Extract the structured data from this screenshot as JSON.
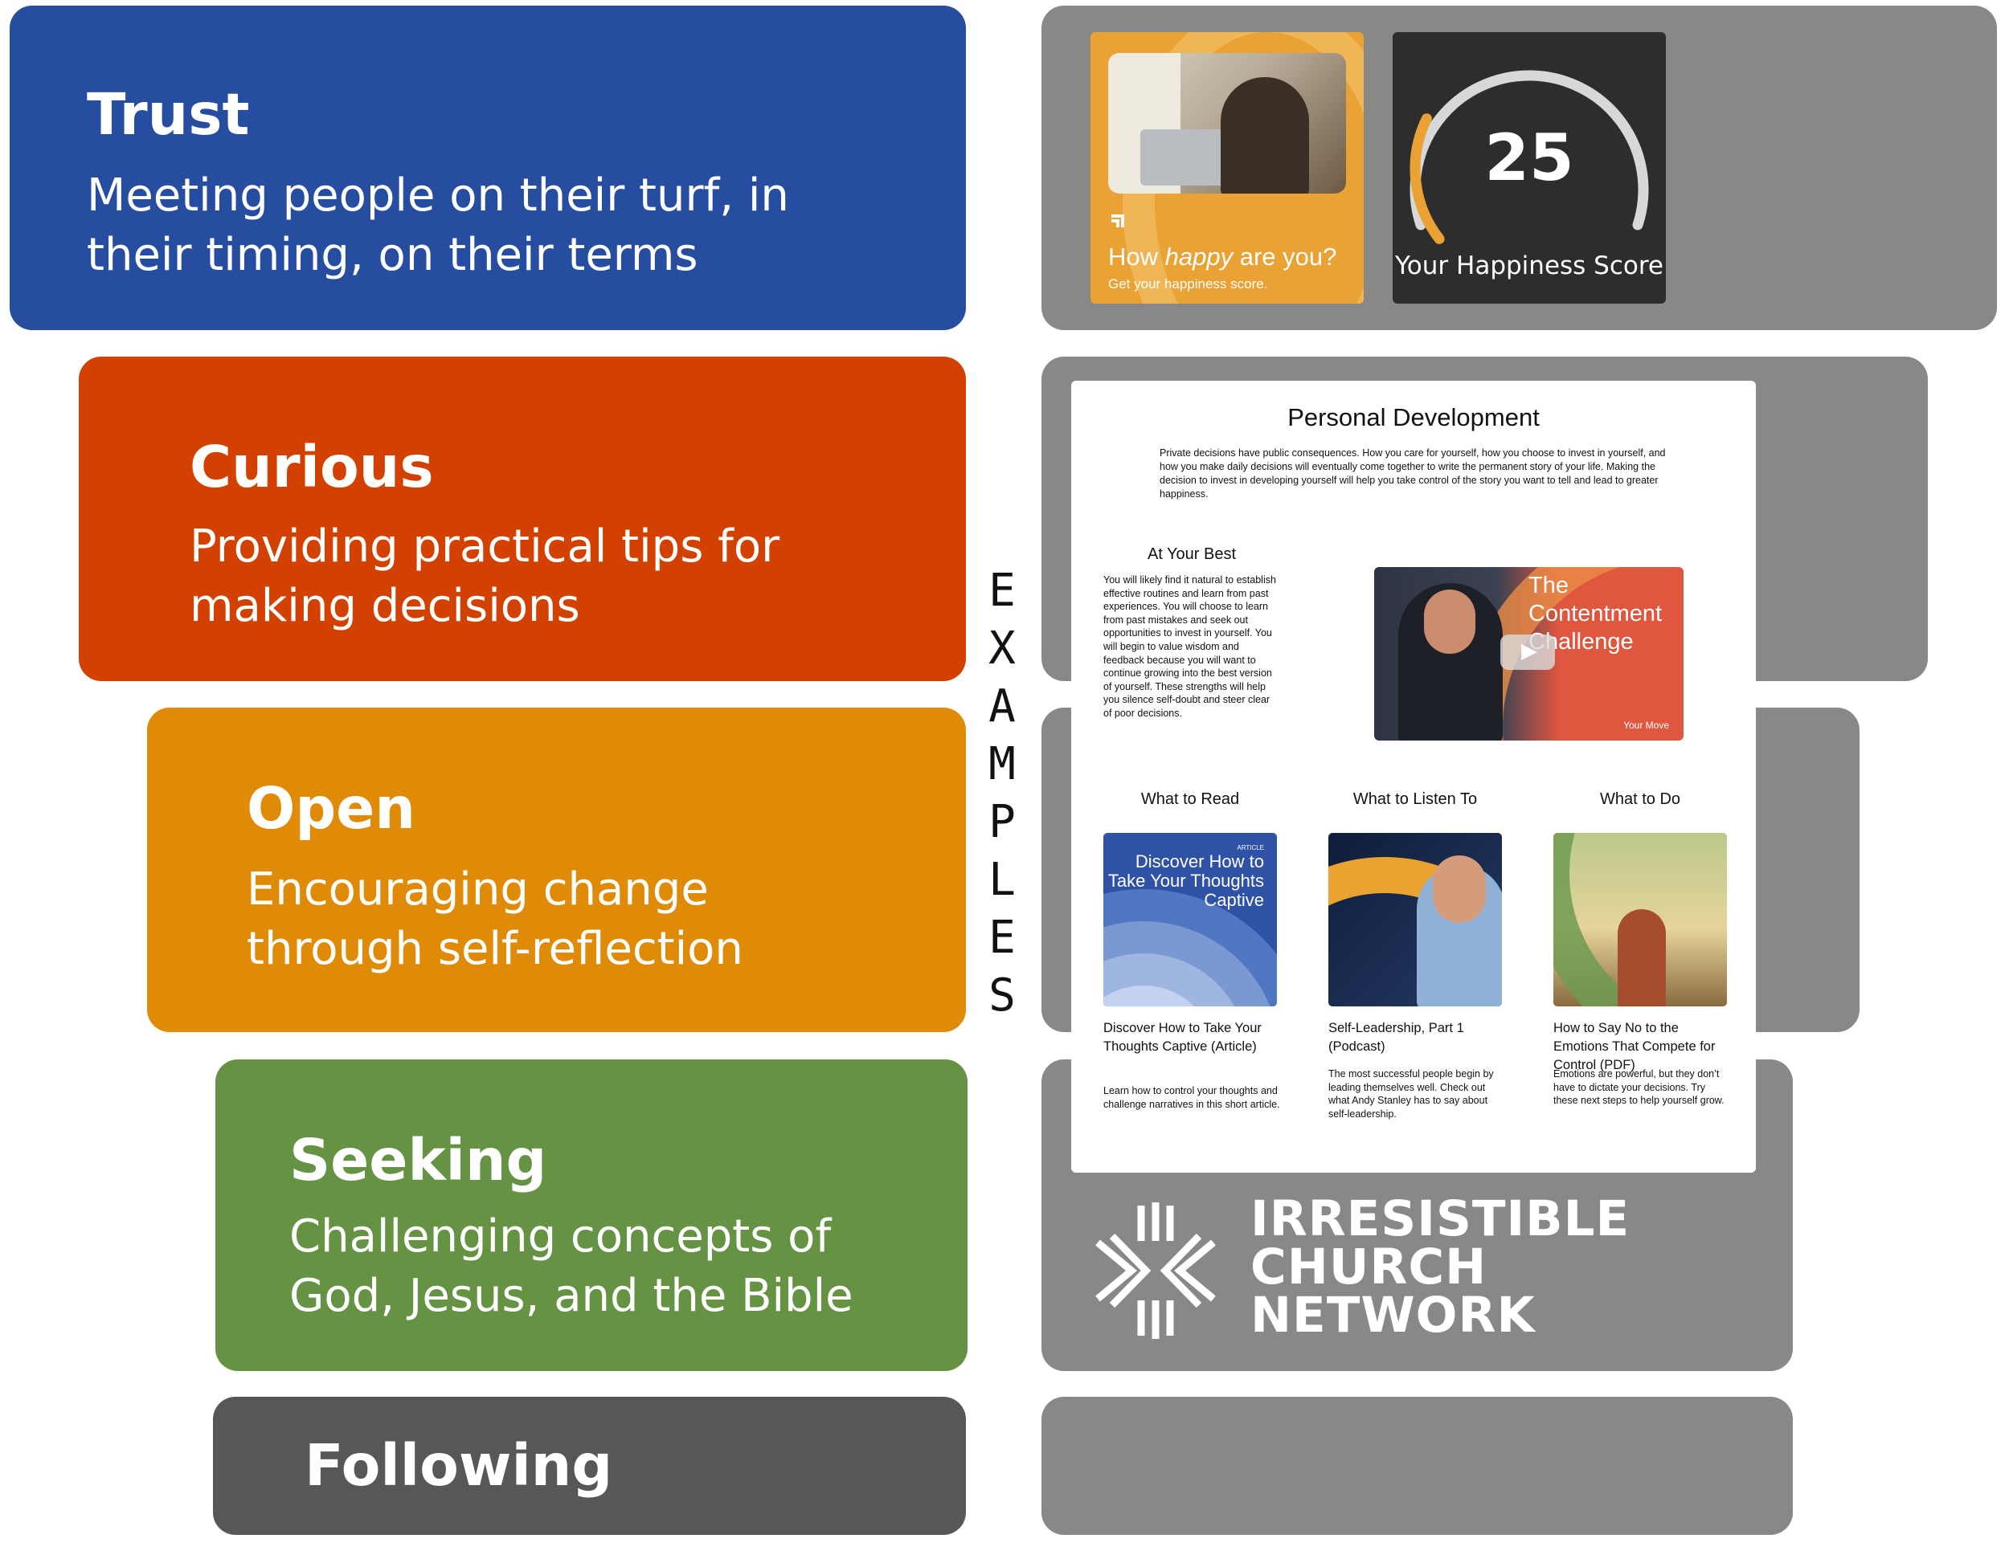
{
  "stages": [
    {
      "title": "Trust",
      "description": "Meeting people on their turf, in their timing, on their terms",
      "color": "#264da0"
    },
    {
      "title": "Curious",
      "description": "Providing practical tips for making decisions",
      "color": "#d34101"
    },
    {
      "title": "Open",
      "description": "Encouraging change through self-reflection",
      "color": "#df8b08"
    },
    {
      "title": "Seeking",
      "description": "Challenging concepts of God, Jesus, and the Bible",
      "color": "#669343"
    },
    {
      "title": "Following",
      "description": "",
      "color": "#575757"
    }
  ],
  "examples_label": "EXAMPLES",
  "quiz_card": {
    "question_pre": "How ",
    "question_em": "happy",
    "question_post": " are you?",
    "subtitle": "Get your happiness score."
  },
  "score_card": {
    "score": "25",
    "label": "Your Happiness Score",
    "fill_fraction": 0.25,
    "accent": "#e9a233"
  },
  "document": {
    "title": "Personal Development",
    "intro": "Private decisions have public consequences. How you care for yourself, how you choose to invest in yourself, and how you make daily decisions will eventually come together to write the permanent story of your life. Making the decision to invest in developing yourself will help you take control of the story you want to tell and lead to greater happiness.",
    "best_heading": "At Your Best",
    "best_text": "You will likely find it natural to establish effective routines and learn from past experiences. You will choose to learn from past mistakes and seek out opportunities to invest in yourself. You will begin to value wisdom and feedback because you will want to continue growing into the best version of yourself. These strengths will help you silence self-doubt and steer clear of poor decisions.",
    "video": {
      "title": "The Contentment Challenge",
      "brand": "Your Move"
    },
    "columns": [
      {
        "heading": "What to Read",
        "thumb_tag": "ARTICLE",
        "thumb_title": "Discover How to Take Your Thoughts Captive",
        "title": "Discover How to Take Your Thoughts Captive (Article)",
        "desc": "Learn how to control your thoughts and challenge narratives in this short article."
      },
      {
        "heading": "What to Listen To",
        "title": "Self-Leadership, Part 1 (Podcast)",
        "desc": "The most successful people begin by leading themselves well. Check out what Andy Stanley has to say about self-leadership."
      },
      {
        "heading": "What to Do",
        "title": "How to Say No to the Emotions That Compete for Control (PDF)",
        "desc": "Emotions are powerful, but they don’t have to dictate your decisions. Try these next steps to help yourself grow."
      }
    ]
  },
  "logo": {
    "line1": "IRRESISTIBLE",
    "line2": "CHURCH",
    "line3": "NETWORK"
  },
  "panel_color": "#888888"
}
